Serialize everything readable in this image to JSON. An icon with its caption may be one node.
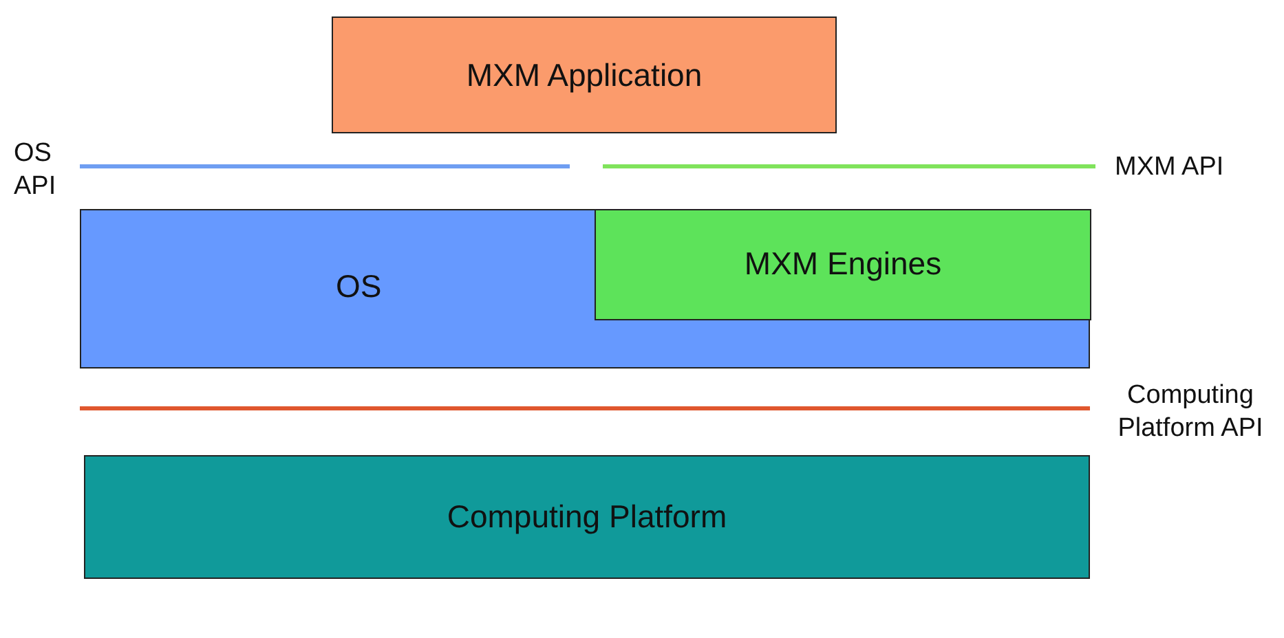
{
  "diagram": {
    "nodes": [
      {
        "text": [
          "MXM Application"
        ]
      },
      {
        "text": [
          "OS"
        ]
      },
      {
        "text": [
          "MXM Engines"
        ],
        "in": 1
      },
      {
        "text": [
          "Computing Platform"
        ]
      }
    ],
    "labels": [
      "OS API",
      "MXM API",
      "Computing Platform API"
    ]
  }
}
